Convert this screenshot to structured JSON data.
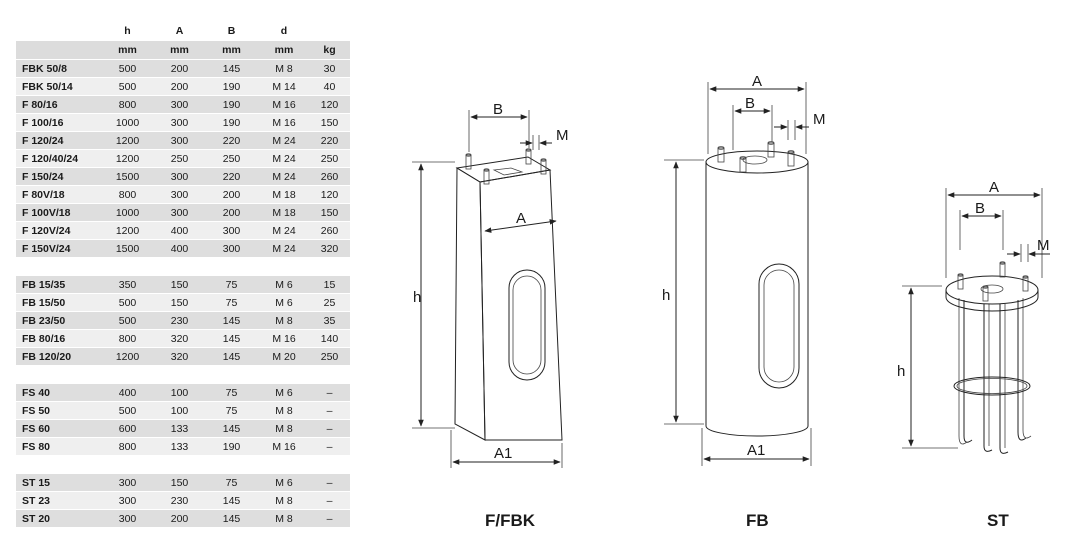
{
  "table": {
    "headers": [
      "",
      "h",
      "A",
      "B",
      "d",
      ""
    ],
    "units": [
      "",
      "mm",
      "mm",
      "mm",
      "mm",
      "kg"
    ],
    "groups": [
      [
        {
          "model": "FBK 50/8",
          "h": "500",
          "A": "200",
          "B": "145",
          "d": "M 8",
          "kg": "30"
        },
        {
          "model": "FBK 50/14",
          "h": "500",
          "A": "200",
          "B": "190",
          "d": "M 14",
          "kg": "40"
        },
        {
          "model": "F 80/16",
          "h": "800",
          "A": "300",
          "B": "190",
          "d": "M 16",
          "kg": "120"
        },
        {
          "model": "F 100/16",
          "h": "1000",
          "A": "300",
          "B": "190",
          "d": "M 16",
          "kg": "150"
        },
        {
          "model": "F 120/24",
          "h": "1200",
          "A": "300",
          "B": "220",
          "d": "M 24",
          "kg": "220"
        },
        {
          "model": "F 120/40/24",
          "h": "1200",
          "A": "250",
          "B": "250",
          "d": "M 24",
          "kg": "250"
        },
        {
          "model": "F 150/24",
          "h": "1500",
          "A": "300",
          "B": "220",
          "d": "M 24",
          "kg": "260"
        },
        {
          "model": "F 80V/18",
          "h": "800",
          "A": "300",
          "B": "200",
          "d": "M 18",
          "kg": "120"
        },
        {
          "model": "F 100V/18",
          "h": "1000",
          "A": "300",
          "B": "200",
          "d": "M 18",
          "kg": "150"
        },
        {
          "model": "F 120V/24",
          "h": "1200",
          "A": "400",
          "B": "300",
          "d": "M 24",
          "kg": "260"
        },
        {
          "model": "F 150V/24",
          "h": "1500",
          "A": "400",
          "B": "300",
          "d": "M 24",
          "kg": "320"
        }
      ],
      [
        {
          "model": "FB 15/35",
          "h": "350",
          "A": "150",
          "B": "75",
          "d": "M 6",
          "kg": "15"
        },
        {
          "model": "FB 15/50",
          "h": "500",
          "A": "150",
          "B": "75",
          "d": "M 6",
          "kg": "25"
        },
        {
          "model": "FB 23/50",
          "h": "500",
          "A": "230",
          "B": "145",
          "d": "M 8",
          "kg": "35"
        },
        {
          "model": "FB 80/16",
          "h": "800",
          "A": "320",
          "B": "145",
          "d": "M 16",
          "kg": "140"
        },
        {
          "model": "FB 120/20",
          "h": "1200",
          "A": "320",
          "B": "145",
          "d": "M 20",
          "kg": "250"
        }
      ],
      [
        {
          "model": "FS 40",
          "h": "400",
          "A": "100",
          "B": "75",
          "d": "M 6",
          "kg": "–"
        },
        {
          "model": "FS 50",
          "h": "500",
          "A": "100",
          "B": "75",
          "d": "M 8",
          "kg": "–"
        },
        {
          "model": "FS 60",
          "h": "600",
          "A": "133",
          "B": "145",
          "d": "M 8",
          "kg": "–"
        },
        {
          "model": "FS 80",
          "h": "800",
          "A": "133",
          "B": "190",
          "d": "M 16",
          "kg": "–"
        }
      ],
      [
        {
          "model": "ST 15",
          "h": "300",
          "A": "150",
          "B": "75",
          "d": "M 6",
          "kg": "–"
        },
        {
          "model": "ST 23",
          "h": "300",
          "A": "230",
          "B": "145",
          "d": "M 8",
          "kg": "–"
        },
        {
          "model": "ST 20",
          "h": "300",
          "A": "200",
          "B": "145",
          "d": "M 8",
          "kg": "–"
        }
      ]
    ]
  },
  "drawings": {
    "fbk": {
      "caption": "F/FBK",
      "dim_h": "h",
      "dim_A": "A",
      "dim_B": "B",
      "dim_M": "M",
      "dim_A1": "A1"
    },
    "fb": {
      "caption": "FB",
      "dim_h": "h",
      "dim_A": "A",
      "dim_B": "B",
      "dim_M": "M",
      "dim_A1": "A1"
    },
    "st": {
      "caption": "ST",
      "dim_h": "h",
      "dim_A": "A",
      "dim_B": "B",
      "dim_M": "M"
    }
  },
  "colors": {
    "row_dark": "#dedede",
    "row_light": "#efefef",
    "header_dark": "#dcdcdc",
    "line": "#222222"
  }
}
